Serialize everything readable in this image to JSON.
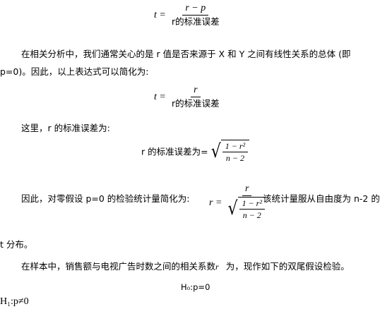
{
  "formula1": {
    "lhs": "t =",
    "numerator": "r − p",
    "denominator": "r的标准误差"
  },
  "para1": {
    "line1": "在相关分析中，我们通常关心的是 r 值是否来源于 X 和 Y 之间有线性关系的总体 (即",
    "line2": "p=0)。因此，以上表达式可以简化为:"
  },
  "formula2": {
    "lhs": "t =",
    "numerator": "r",
    "denominator": "r的标准误差"
  },
  "para2": "这里，r 的标准误差为:",
  "formula3": {
    "lhs": "r 的标准误差为=",
    "numerator": "1 − r²",
    "denominator": "n − 2"
  },
  "para3": {
    "prefix": "因此，对零假设 p=0 的检验统计量简化为:",
    "eq_lhs": "r =",
    "eq_numerator": "r",
    "sqrt_numerator": "1 − r²",
    "sqrt_denominator": "n − 2",
    "suffix": "该统计量服从自由度为 n-2 的",
    "line2": "t 分布。"
  },
  "para4": "在样本中，销售额与电视广告时数之间的相关系数",
  "para4_symbol": "r",
  "para4_suffix": "为，现作如下的双尾假设检验。",
  "h0": "H₀:p=0",
  "h1": "H₁:p≠0"
}
